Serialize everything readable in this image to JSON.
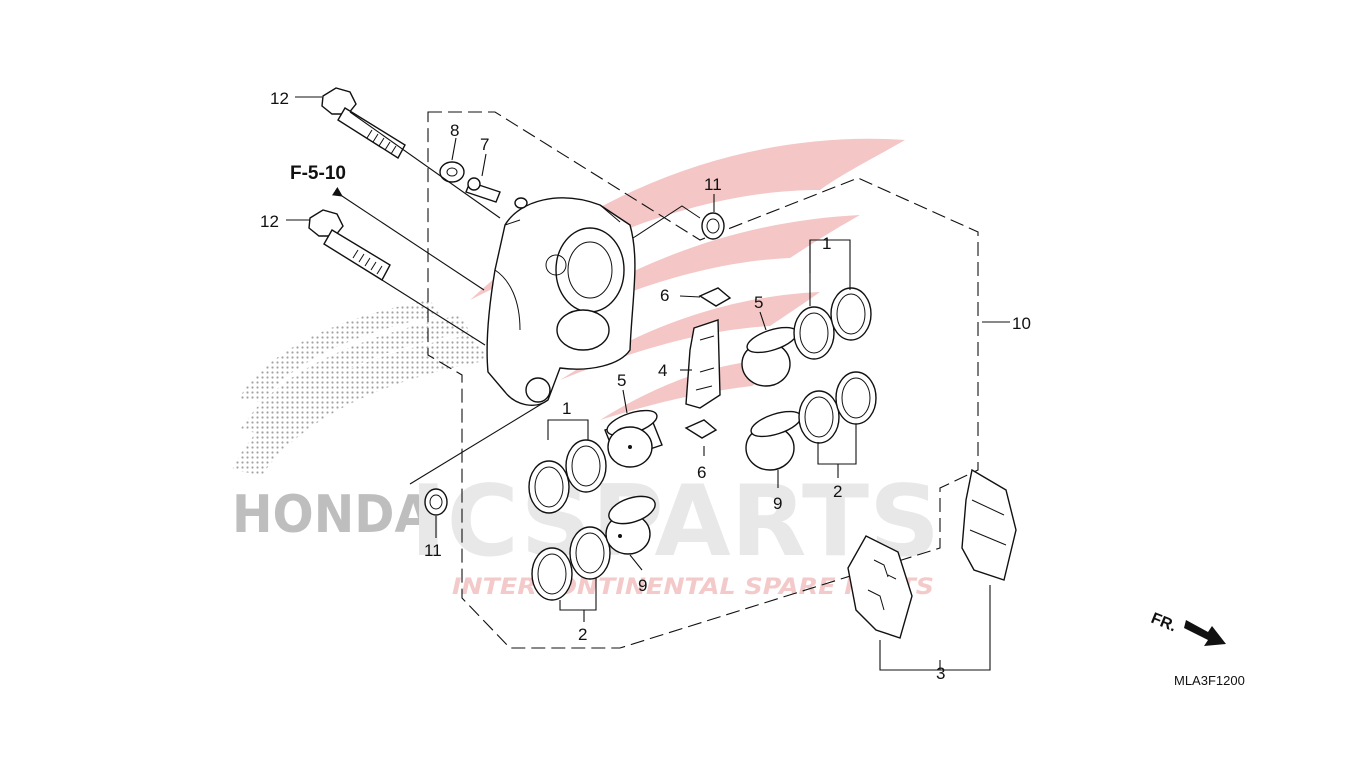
{
  "diagram": {
    "ref_label": "F-5-10",
    "direction_label": "FR.",
    "drawing_code": "MLA3F1200",
    "callouts": {
      "c1a": "1",
      "c1b": "1",
      "c2a": "2",
      "c2b": "2",
      "c3": "3",
      "c4": "4",
      "c5a": "5",
      "c5b": "5",
      "c6a": "6",
      "c6b": "6",
      "c7": "7",
      "c8": "8",
      "c9a": "9",
      "c9b": "9",
      "c10": "10",
      "c11a": "11",
      "c11b": "11",
      "c12a": "12",
      "c12b": "12"
    }
  },
  "watermark": {
    "brand_left": "HONDA",
    "brand_right": "ICSPARTS",
    "tagline": "INTERCONTINENTAL SPARE PARTS",
    "accent_color": "#e03030"
  }
}
